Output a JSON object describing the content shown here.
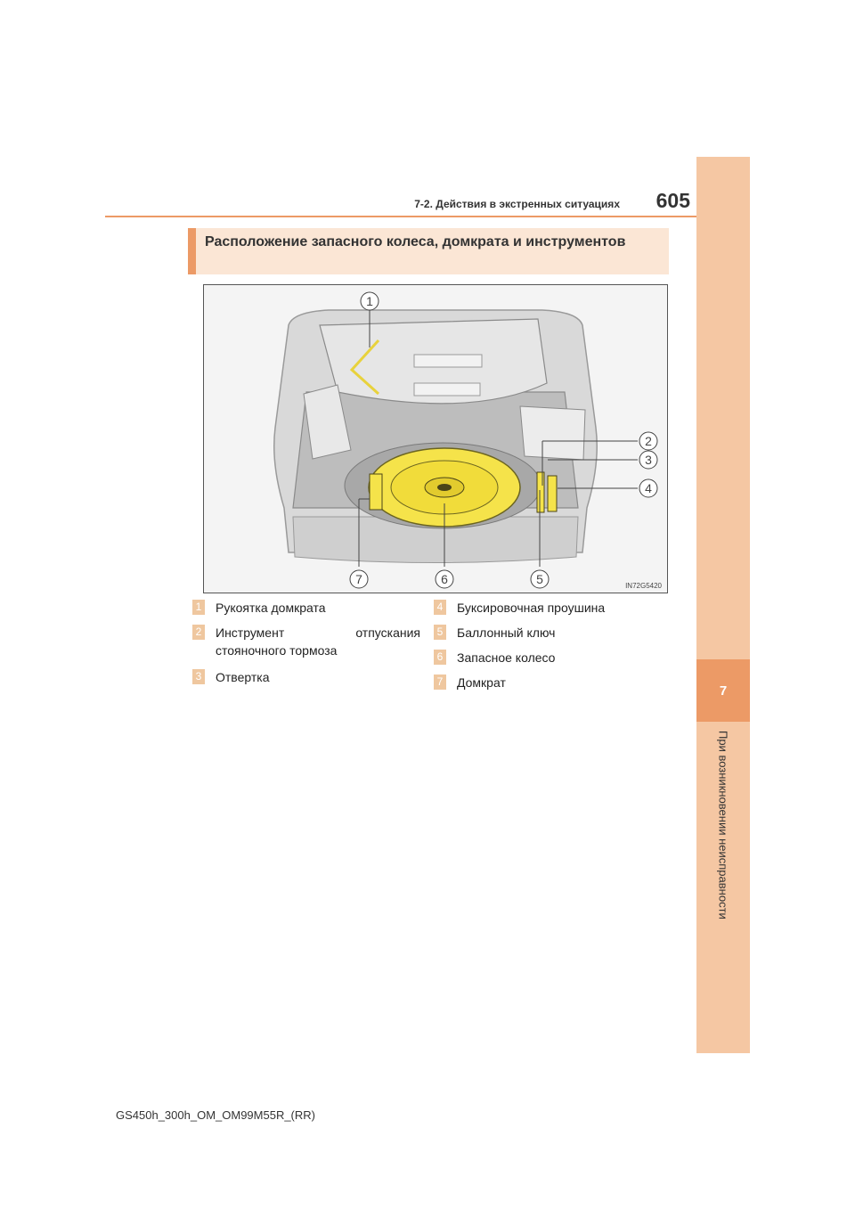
{
  "header": {
    "section_title": "7-2. Действия в экстренных ситуациях",
    "page_number": "605"
  },
  "side_tab": {
    "chapter_number": "7",
    "chapter_title": "При возникновении неисправности"
  },
  "section": {
    "heading": "Расположение запасного колеса, домкрата и инструментов"
  },
  "figure": {
    "image_code": "IN72G5420",
    "callouts": [
      "1",
      "2",
      "3",
      "4",
      "5",
      "6",
      "7"
    ]
  },
  "legend": {
    "items": [
      {
        "number": "1",
        "label": "Рукоятка домкрата"
      },
      {
        "number": "2",
        "label": "Инструмент отпускания стояночного тормоза"
      },
      {
        "number": "3",
        "label": "Отвертка"
      },
      {
        "number": "4",
        "label": "Буксировочная проушина"
      },
      {
        "number": "5",
        "label": "Баллонный ключ"
      },
      {
        "number": "6",
        "label": "Запасное колесо"
      },
      {
        "number": "7",
        "label": "Домкрат"
      }
    ]
  },
  "footer": {
    "doc_code": "GS450h_300h_OM_OM99M55R_(RR)"
  },
  "colors": {
    "accent": "#ec9a66",
    "tab": "#f5c7a3",
    "section_bg": "#fbe6d5",
    "highlight_yellow": "#f5e34a"
  }
}
